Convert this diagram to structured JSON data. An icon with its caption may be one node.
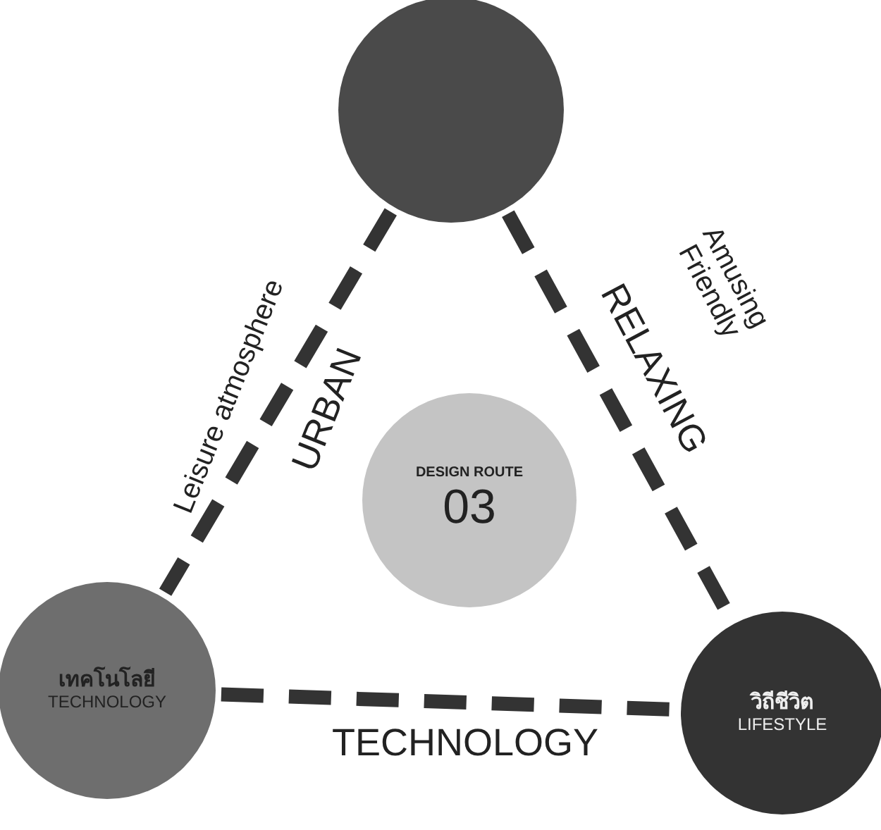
{
  "diagram": {
    "nodes": [
      {
        "text": [],
        "shape": "circle"
      },
      {
        "text": [
          "DESIGN ROUTE",
          "03"
        ]
      },
      {
        "text": [
          "เทคโนโลยี",
          "TECHNOLOGY"
        ]
      },
      {
        "text": [
          "วิถีชีวิต",
          "LIFESTYLE"
        ]
      }
    ],
    "edges": [
      {
        "from": 0,
        "to": 2,
        "arrow": "none",
        "style": "dashed"
      },
      {
        "from": 0,
        "to": 3,
        "arrow": "none",
        "style": "dashed"
      },
      {
        "from": 2,
        "to": 3,
        "arrow": "none",
        "style": "dashed"
      }
    ],
    "labels": [
      "Leisure atmosphere",
      "URBAN",
      "Amusing Friendly",
      "RELAXING",
      "TECHNOLOGY"
    ]
  }
}
